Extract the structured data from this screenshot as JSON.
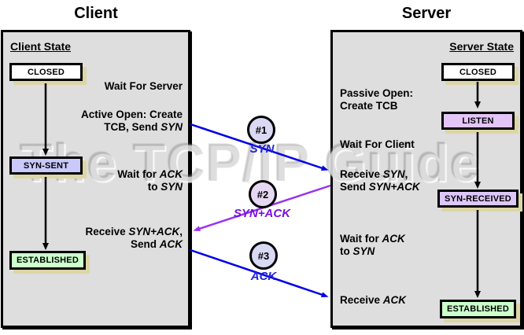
{
  "watermark": "The TCP/IP Guide",
  "client": {
    "title": "Client",
    "state_header": "Client State",
    "states": [
      {
        "label": "CLOSED",
        "bg": "#ffffff"
      },
      {
        "label": "SYN-SENT",
        "bg": "#c9c9fb"
      },
      {
        "label": "ESTABLISHED",
        "bg": "#ccffcc"
      }
    ],
    "annotations": {
      "wait_server": [
        [
          {
            "t": "Wait For Server"
          }
        ]
      ],
      "active_open": [
        [
          {
            "t": "Active Open: Create"
          }
        ],
        [
          {
            "t": "TCB, Send "
          },
          {
            "t": "SYN",
            "i": true
          }
        ]
      ],
      "wait_ack": [
        [
          {
            "t": "Wait for "
          },
          {
            "t": "ACK",
            "i": true
          }
        ],
        [
          {
            "t": "to "
          },
          {
            "t": "SYN",
            "i": true
          }
        ]
      ],
      "receive_synack": [
        [
          {
            "t": "Receive "
          },
          {
            "t": "SYN+ACK",
            "i": true
          },
          {
            "t": ","
          }
        ],
        [
          {
            "t": "Send "
          },
          {
            "t": "ACK",
            "i": true
          }
        ]
      ]
    }
  },
  "server": {
    "title": "Server",
    "state_header": "Server State",
    "states": [
      {
        "label": "CLOSED",
        "bg": "#ffffff"
      },
      {
        "label": "LISTEN",
        "bg": "#e3c5f8"
      },
      {
        "label": "SYN-RECEIVED",
        "bg": "#ddc7f8"
      },
      {
        "label": "ESTABLISHED",
        "bg": "#ccffcc"
      }
    ],
    "annotations": {
      "passive_open": [
        [
          {
            "t": "Passive Open:"
          }
        ],
        [
          {
            "t": "Create TCB"
          }
        ]
      ],
      "wait_client": [
        [
          {
            "t": "Wait For Client"
          }
        ]
      ],
      "receive_syn": [
        [
          {
            "t": "Receive "
          },
          {
            "t": "SYN",
            "i": true
          },
          {
            "t": ","
          }
        ],
        [
          {
            "t": "Send "
          },
          {
            "t": "SYN+ACK",
            "i": true
          }
        ]
      ],
      "wait_ack": [
        [
          {
            "t": "Wait for "
          },
          {
            "t": "ACK",
            "i": true
          }
        ],
        [
          {
            "t": "to "
          },
          {
            "t": "SYN",
            "i": true
          }
        ]
      ],
      "receive_ack": [
        [
          {
            "t": "Receive "
          },
          {
            "t": "ACK",
            "i": true
          }
        ]
      ]
    }
  },
  "messages": [
    {
      "number": "#1",
      "label": "SYN",
      "direction": "client-to-server",
      "arrow_color": "#0000e8",
      "label_color": "#2222d8",
      "circle_bg": "#d9d9f3"
    },
    {
      "number": "#2",
      "label": "SYN+ACK",
      "direction": "server-to-client",
      "arrow_color": "#9933ee",
      "label_color": "#7a10dd",
      "circle_bg": "#e6d8f3"
    },
    {
      "number": "#3",
      "label": "ACK",
      "direction": "client-to-server",
      "arrow_color": "#0000e8",
      "label_color": "#2222d8",
      "circle_bg": "#d9d9f3"
    }
  ],
  "colors": {
    "panel_bg": "#dedede",
    "panel_border": "#000000",
    "state_box_shadow": "#dcd6a6",
    "black_arrow": "#000000"
  }
}
